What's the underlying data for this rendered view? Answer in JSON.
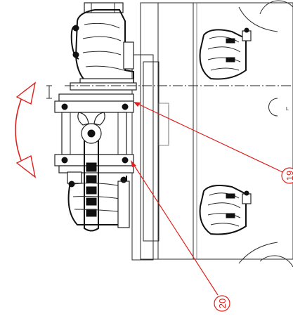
{
  "drawing": {
    "callouts": [
      {
        "number": "19"
      },
      {
        "number": "20"
      }
    ],
    "section_mark": {
      "letter": "L"
    },
    "colors": {
      "linework": "#222222",
      "callout": "#e0201c",
      "background": "#ffffff"
    },
    "rotation_arrow": "swivel-direction"
  }
}
